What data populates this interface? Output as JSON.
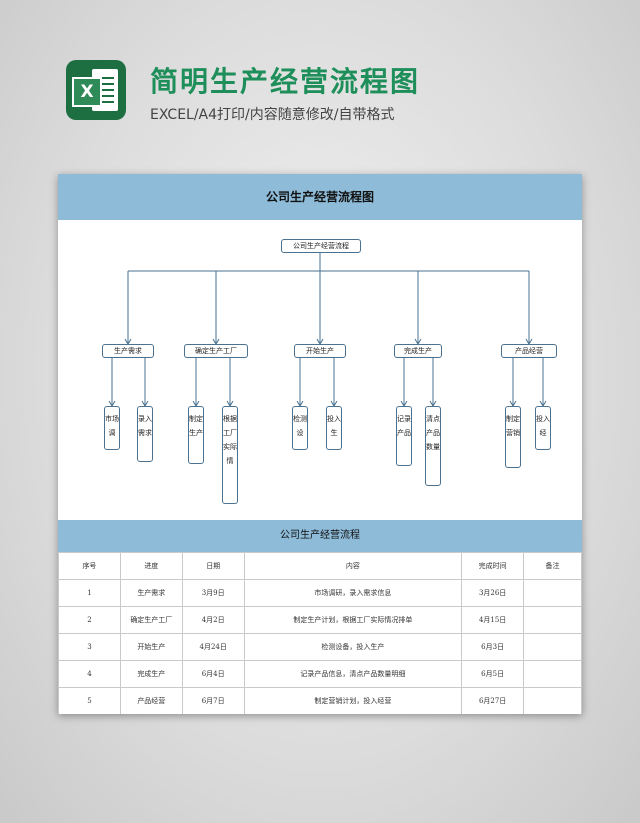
{
  "header": {
    "logo_letter": "X",
    "title": "简明生产经营流程图",
    "subtitle": "EXCEL/A4打印/内容随意修改/自带格式"
  },
  "document": {
    "chart_title": "公司生产经营流程图",
    "root_label": "公司生产经营流程",
    "branches": [
      {
        "label": "生产需求",
        "subs": [
          "市场调",
          "录入需求"
        ]
      },
      {
        "label": "确定生产工厂",
        "subs": [
          "制定生产",
          "根据工厂实际情"
        ]
      },
      {
        "label": "开始生产",
        "subs": [
          "检测设",
          "投入生"
        ]
      },
      {
        "label": "完成生产",
        "subs": [
          "记录产品",
          "清点产品数量"
        ]
      },
      {
        "label": "产品经营",
        "subs": [
          "制定营销",
          "投入经"
        ]
      }
    ],
    "table_title": "公司生产经营流程",
    "table": {
      "headers": [
        "序号",
        "进度",
        "日期",
        "内容",
        "完成时间",
        "备注"
      ],
      "rows": [
        [
          "1",
          "生产需求",
          "3月9日",
          "市场调研，录入需求信息",
          "3月26日",
          ""
        ],
        [
          "2",
          "确定生产工厂",
          "4月2日",
          "制定生产计划，根据工厂实际情况排单",
          "4月15日",
          ""
        ],
        [
          "3",
          "开始生产",
          "4月24日",
          "检测设备，投入生产",
          "6月3日",
          ""
        ],
        [
          "4",
          "完成生产",
          "6月4日",
          "记录产品信息，清点产品数量明细",
          "6月5日",
          ""
        ],
        [
          "5",
          "产品经营",
          "6月7日",
          "制定营销计划，投入经营",
          "6月27日",
          ""
        ]
      ]
    }
  }
}
